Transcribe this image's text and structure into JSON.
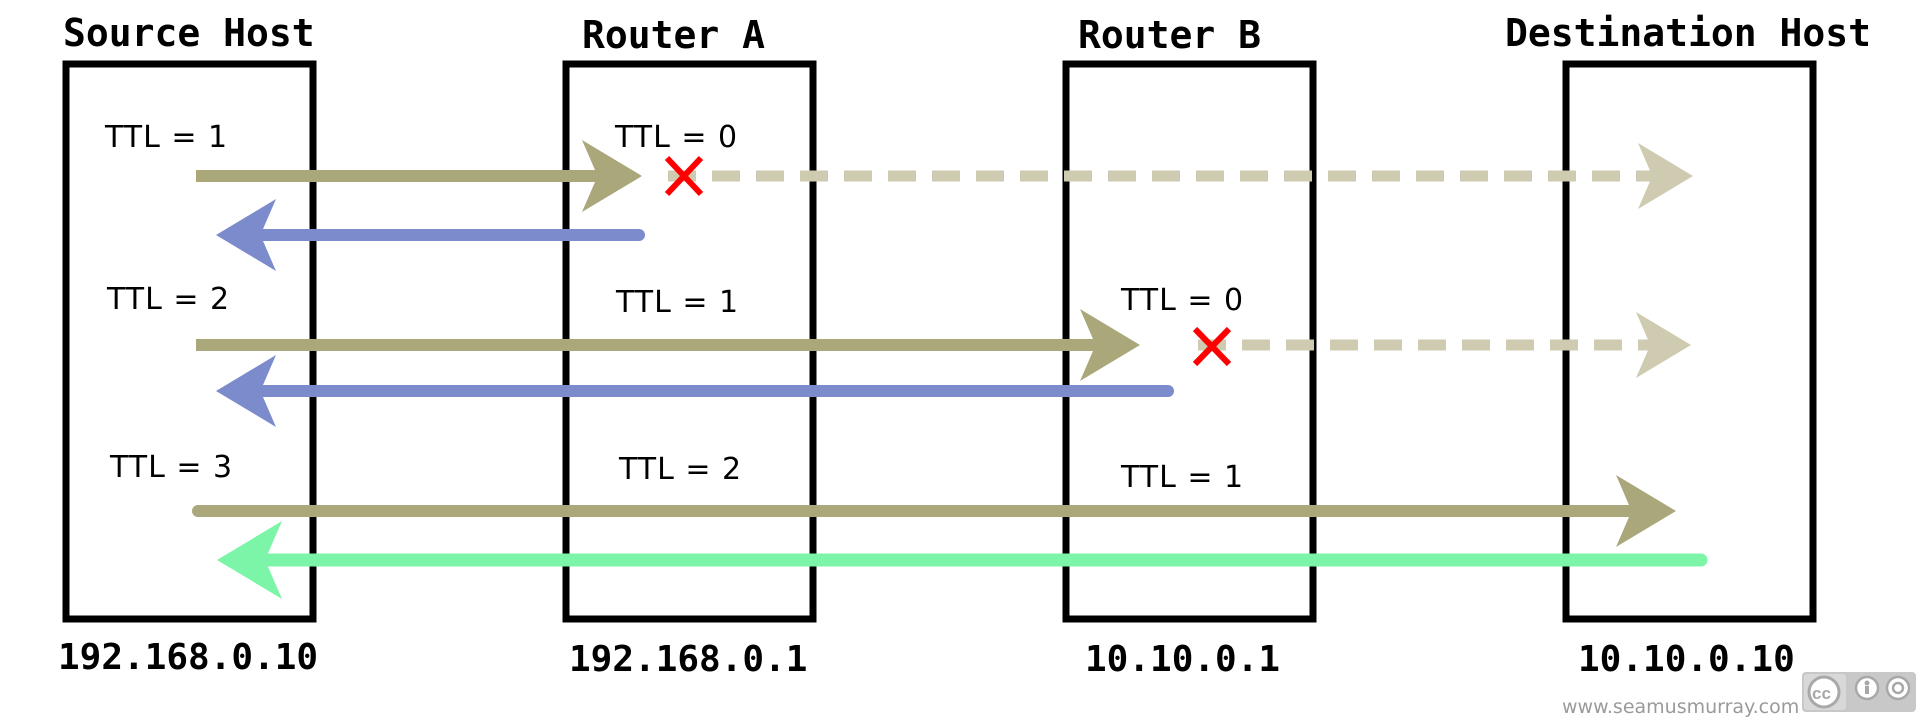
{
  "hosts": [
    {
      "title": "Source Host",
      "ip": "192.168.0.10"
    },
    {
      "title": "Router A",
      "ip": "192.168.0.1"
    },
    {
      "title": "Router B",
      "ip": "10.10.0.1"
    },
    {
      "title": "Destination Host",
      "ip": "10.10.0.10"
    }
  ],
  "rounds": [
    {
      "ttl_labels": [
        "TTL = 1",
        "TTL = 0"
      ],
      "dropped_at": "Router A",
      "reply": "time exceeded"
    },
    {
      "ttl_labels": [
        "TTL = 2",
        "TTL = 1",
        "TTL = 0"
      ],
      "dropped_at": "Router B",
      "reply": "time exceeded"
    },
    {
      "ttl_labels": [
        "TTL = 3",
        "TTL = 2",
        "TTL = 1"
      ],
      "dropped_at": "",
      "reply": "destination reached"
    }
  ],
  "colors": {
    "probe": "#aaa77b",
    "probe_dropped": "#cfcbb0",
    "reply_time_exceeded": "#7b8bcc",
    "reply_destination": "#7cf5a8",
    "drop_mark": "#ff0000"
  },
  "credit": "www.seamusmurray.com",
  "license_badge": "cc-by-sa-badge"
}
